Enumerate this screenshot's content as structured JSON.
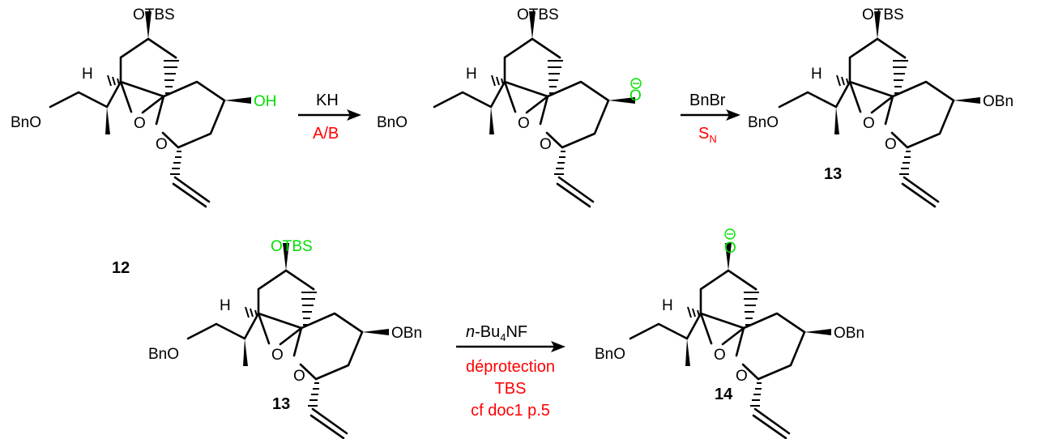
{
  "labels": {
    "atom_otbs": "OTBS",
    "atom_bno": "BnO",
    "atom_o": "O",
    "atom_h": "H",
    "atom_oh": "OH",
    "atom_obn": "OBn"
  },
  "compounds": {
    "c12": "12",
    "c13a": "13",
    "c13b": "13",
    "c14": "14"
  },
  "reactions": [
    {
      "reagent": "KH",
      "conditions": [
        "A/B"
      ]
    },
    {
      "reagent": "BnBr",
      "conditions_main": "S",
      "conditions_sub": "N"
    },
    {
      "reagent_italic": "n",
      "reagent_main": "-Bu",
      "reagent_sub": "4",
      "reagent_tail": "NF",
      "conditions": [
        "déprotection",
        "TBS",
        "cf doc1 p.5"
      ]
    }
  ],
  "colors": {
    "highlight": "#00e000",
    "conditions": "#ff0000",
    "ink": "#000000"
  }
}
